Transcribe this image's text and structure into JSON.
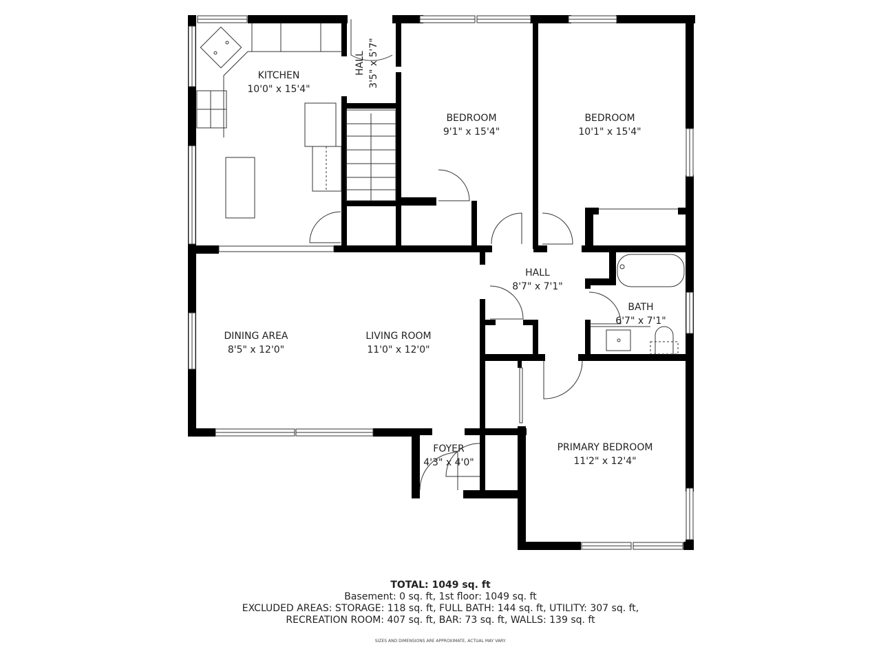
{
  "rooms": {
    "kitchen": {
      "name": "KITCHEN",
      "dims": "10'0\" x 15'4\""
    },
    "hall_small": {
      "name": "HALL",
      "dims": "3'5\" x 5'7\""
    },
    "bedroom_1": {
      "name": "BEDROOM",
      "dims": "9'1\" x 15'4\""
    },
    "bedroom_2": {
      "name": "BEDROOM",
      "dims": "10'1\" x 15'4\""
    },
    "hall": {
      "name": "HALL",
      "dims": "8'7\" x 7'1\""
    },
    "bath": {
      "name": "BATH",
      "dims": "6'7\" x 7'1\""
    },
    "dining_area": {
      "name": "DINING AREA",
      "dims": "8'5\" x 12'0\""
    },
    "living_room": {
      "name": "LIVING ROOM",
      "dims": "11'0\" x 12'0\""
    },
    "foyer": {
      "name": "FOYER",
      "dims": "4'3\" x 4'0\""
    },
    "primary_bedroom": {
      "name": "PRIMARY BEDROOM",
      "dims": "11'2\" x 12'4\""
    }
  },
  "summary": {
    "total": "TOTAL: 1049 sq. ft",
    "floors": "Basement: 0 sq. ft, 1st floor: 1049 sq. ft",
    "excluded_line1": "EXCLUDED AREAS: STORAGE: 118 sq. ft, FULL BATH: 144 sq. ft, UTILITY: 307 sq. ft,",
    "excluded_line2": "RECREATION ROOM: 407 sq. ft, BAR: 73 sq. ft, WALLS: 139 sq. ft"
  },
  "disclaimer": "SIZES AND DIMENSIONS ARE APPROXIMATE, ACTUAL MAY VARY.",
  "colors": {
    "wall": "#000000",
    "line": "#333333",
    "background": "#ffffff"
  }
}
